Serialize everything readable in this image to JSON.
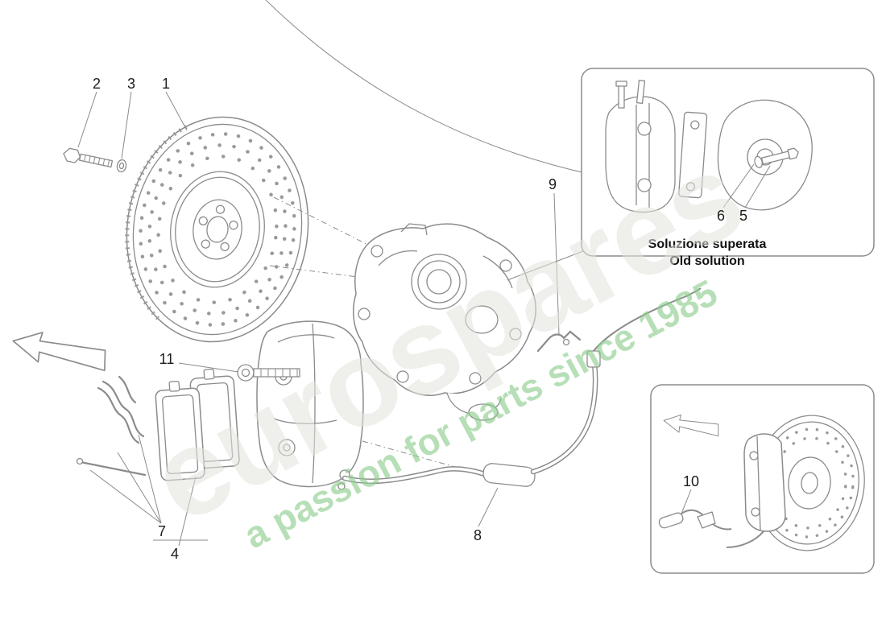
{
  "callouts": {
    "1": "1",
    "2": "2",
    "3": "3",
    "4": "4",
    "5": "5",
    "6": "6",
    "7": "7",
    "8": "8",
    "9": "9",
    "10": "10",
    "11": "11"
  },
  "old_solution_inset": {
    "caption_line1": "Soluzione superata",
    "caption_line2": "Old solution"
  },
  "watermark": {
    "brand": "eurospares",
    "tagline": "a passion for parts since 1985"
  },
  "colors": {
    "line_art": "#8b8b8b",
    "callout": "#1c1c1c",
    "brand_fill": "#e3e3de",
    "tagline_fill": "#8ccd8c",
    "swoosh": "#d9d9d4"
  }
}
